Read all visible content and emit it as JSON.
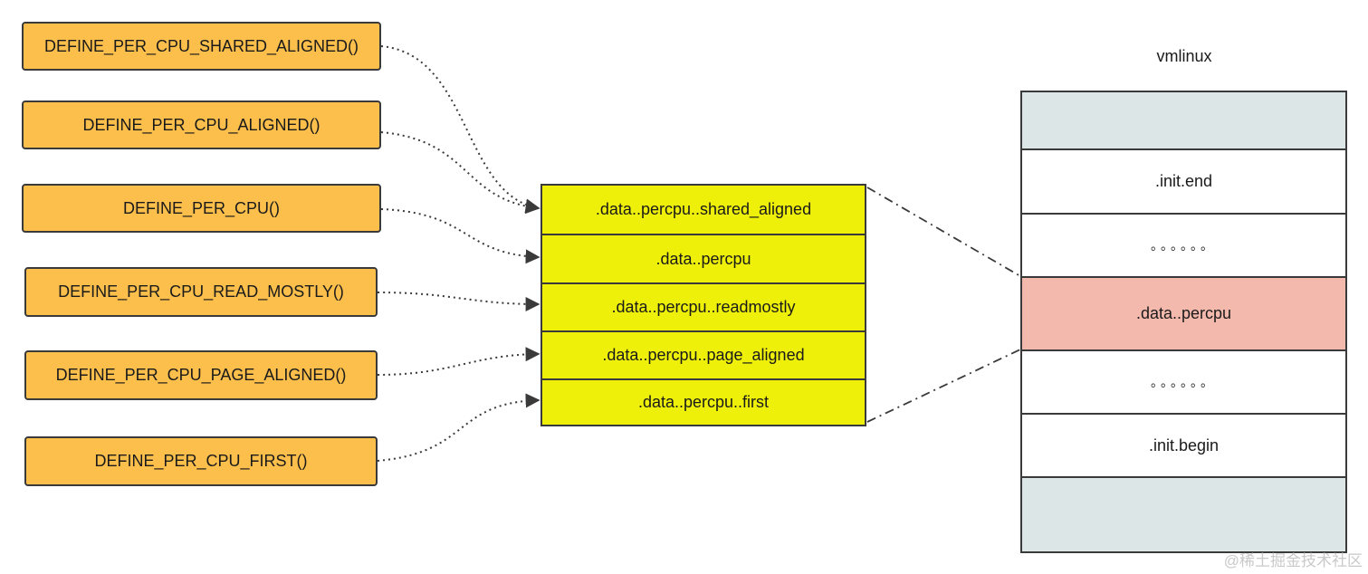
{
  "macros": [
    {
      "label": "DEFINE_PER_CPU_SHARED_ALIGNED()"
    },
    {
      "label": "DEFINE_PER_CPU_ALIGNED()"
    },
    {
      "label": "DEFINE_PER_CPU()"
    },
    {
      "label": "DEFINE_PER_CPU_READ_MOSTLY()"
    },
    {
      "label": "DEFINE_PER_CPU_PAGE_ALIGNED()"
    },
    {
      "label": "DEFINE_PER_CPU_FIRST()"
    }
  ],
  "sections": [
    {
      "label": ".data..percpu..shared_aligned"
    },
    {
      "label": ".data..percpu"
    },
    {
      "label": ".data..percpu..readmostly"
    },
    {
      "label": ".data..percpu..page_aligned"
    },
    {
      "label": ".data..percpu..first"
    }
  ],
  "vmlinux": {
    "title": "vmlinux",
    "rows": [
      {
        "label": ""
      },
      {
        "label": ".init.end"
      },
      {
        "label": "。。。。。。"
      },
      {
        "label": ".data..percpu"
      },
      {
        "label": "。。。。。。"
      },
      {
        "label": ".init.begin"
      },
      {
        "label": ""
      }
    ]
  },
  "watermark": "@稀土掘金技术社区",
  "colors": {
    "macro_fill": "#fcbf4c",
    "section_fill": "#eef00a",
    "vmlinux_edge_fill": "#dde6e6",
    "vmlinux_highlight_fill": "#f4b9ad",
    "line": "#3a3a3a"
  }
}
